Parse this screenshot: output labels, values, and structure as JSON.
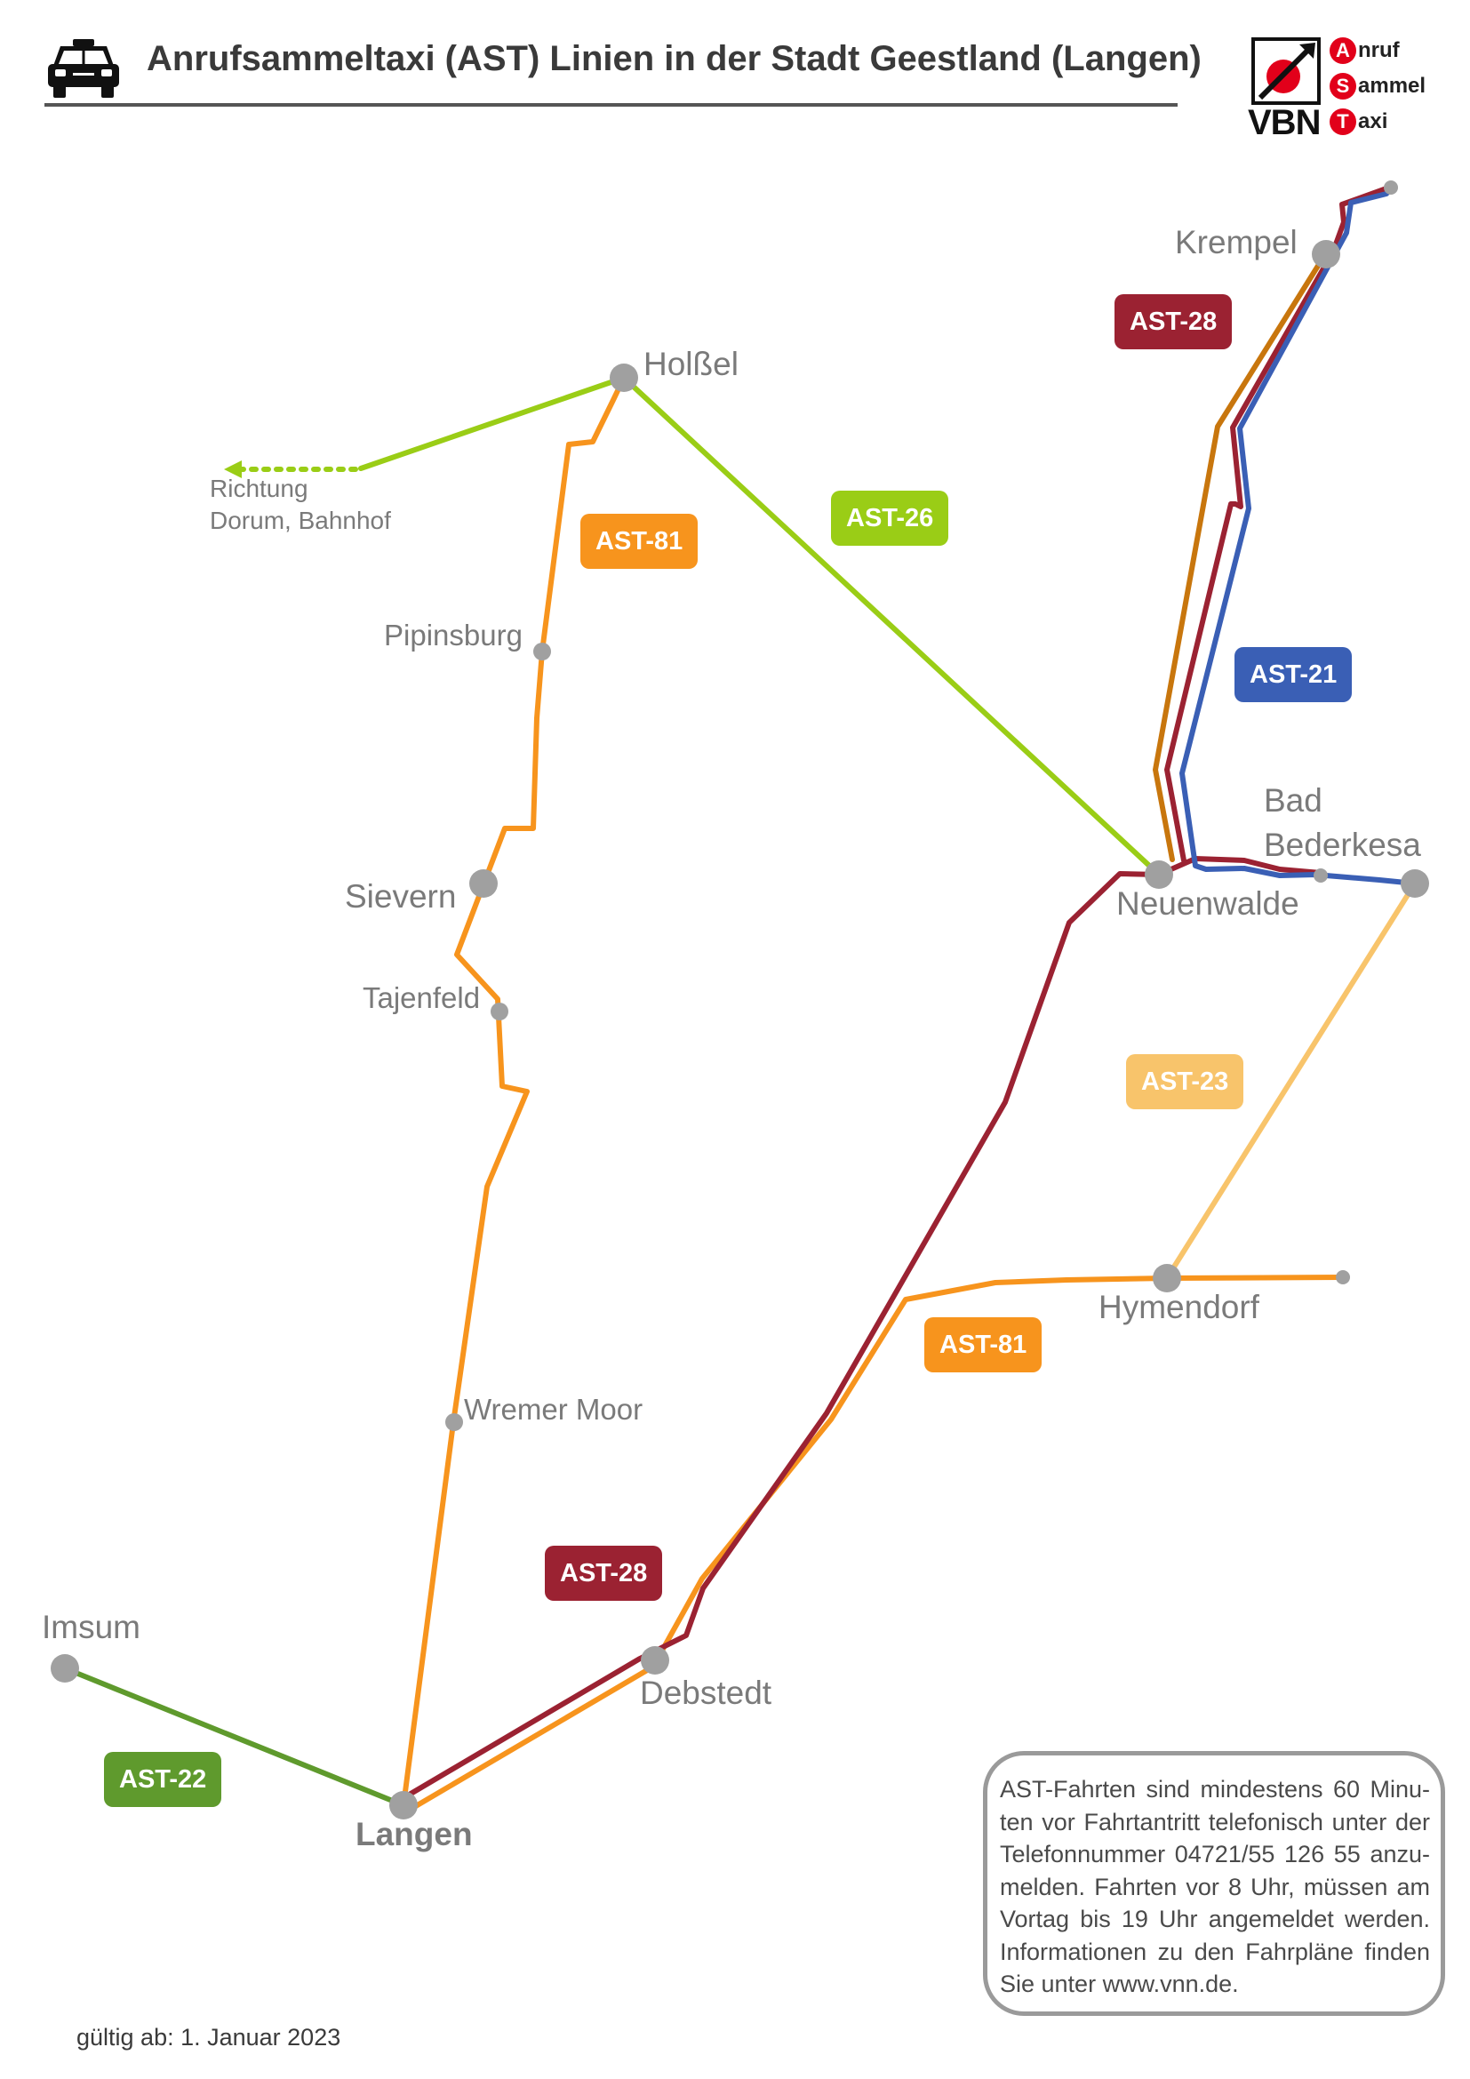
{
  "header": {
    "title": "Anrufsammeltaxi (AST) Linien in der Stadt Geestland (Langen)",
    "logo": {
      "vbn": "VBN",
      "letters": [
        "A",
        "S",
        "T"
      ],
      "words": [
        "nruf",
        "ammel",
        "axi"
      ]
    }
  },
  "colors": {
    "ast21": "#3a5fb5",
    "ast22": "#5f9a2d",
    "ast23": "#f8c46b",
    "ast26": "#9acd16",
    "ast28": "#9b2232",
    "ast81": "#f7941d",
    "ast28_north": "#c8760d",
    "stop": "#a0a0a0",
    "text": "#7a7a7a"
  },
  "lines": [
    {
      "id": "ast28a",
      "label": "AST-28"
    },
    {
      "id": "ast81a",
      "label": "AST-81"
    },
    {
      "id": "ast26",
      "label": "AST-26"
    },
    {
      "id": "ast21",
      "label": "AST-21"
    },
    {
      "id": "ast23",
      "label": "AST-23"
    },
    {
      "id": "ast81b",
      "label": "AST-81"
    },
    {
      "id": "ast28b",
      "label": "AST-28"
    },
    {
      "id": "ast22",
      "label": "AST-22"
    }
  ],
  "places": {
    "krempel": "Krempel",
    "holssel": "Holßel",
    "pipinsburg": "Pipinsburg",
    "sievern": "Sievern",
    "tajenfeld": "Tajenfeld",
    "bad_bederkesa_1": "Bad",
    "bad_bederkesa_2": "Bederkesa",
    "neuenwalde": "Neuenwalde",
    "hymendorf": "Hymendorf",
    "wremer_moor": "Wremer Moor",
    "imsum": "Imsum",
    "debstedt": "Debstedt",
    "langen": "Langen"
  },
  "direction": {
    "line1": "Richtung",
    "line2": "Dorum, Bahnhof"
  },
  "info_text": "AST-Fahrten sind mindestens 60 Minu­ten vor Fahrtantritt telefonisch unter der Telefonnummer 04721/55 126 55 anzu­melden. Fahrten vor 8 Uhr, müssen am Vortag bis 19 Uhr angemeldet werden. Informationen zu den Fahrpläne finden Sie unter www.vnn.de.",
  "valid_from": "gültig ab: 1. Januar 2023"
}
